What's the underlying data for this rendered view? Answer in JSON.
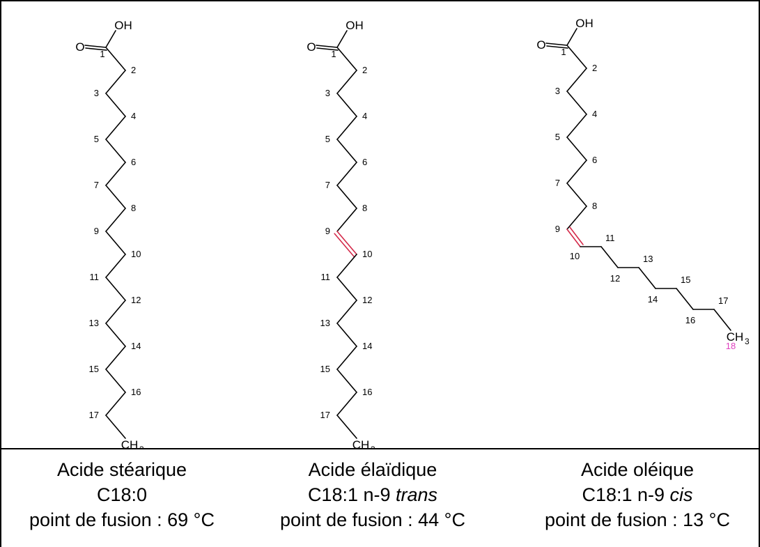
{
  "molecules": [
    {
      "name": "Acide stéarique",
      "formula": "C18:0",
      "formula_italic": "",
      "melting_point": "point de fusion : 69 °C"
    },
    {
      "name": "Acide élaïdique",
      "formula": "C18:1 n-9 ",
      "formula_italic": "trans",
      "melting_point": "point de fusion : 44 °C"
    },
    {
      "name": "Acide oléique",
      "formula": "C18:1 n-9 ",
      "formula_italic": "cis",
      "melting_point": "point de fusion : 13 °C"
    }
  ],
  "atoms": {
    "oh": "OH",
    "o": "O",
    "ch": "CH",
    "three": "3"
  },
  "carbon_numbers": [
    "1",
    "2",
    "3",
    "4",
    "5",
    "6",
    "7",
    "8",
    "9",
    "10",
    "11",
    "12",
    "13",
    "14",
    "15",
    "16",
    "17",
    "18"
  ],
  "colors": {
    "double_bond": "#d42a4a",
    "terminal_carbon": "#e040c0"
  }
}
